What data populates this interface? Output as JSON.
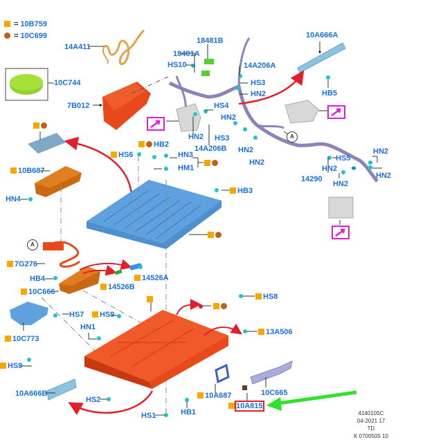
{
  "diagram": {
    "type": "exploded-parts-view",
    "legend": [
      {
        "symbol": "square-orange",
        "equals": "=",
        "part": "10B759"
      },
      {
        "symbol": "circle-brown",
        "equals": "=",
        "part": "10C699"
      }
    ],
    "labels": {
      "14A411": "14A411",
      "10C744": "10C744",
      "7B012": "7B012",
      "18481B": "18481B",
      "18481A": "18481A",
      "HS10": "HS10",
      "14A206A": "14A206A",
      "HS3_a": "HS3",
      "HN2_a": "HN2",
      "HS4": "HS4",
      "HN2_b": "HN2",
      "HN2_c": "HN2",
      "HS3_b": "HS3",
      "14A206B": "14A206B",
      "HN2_d": "HN2",
      "HN2_e": "HN2",
      "10A666A": "10A666A",
      "HB5": "HB5",
      "HN2_f": "HN2",
      "HS5": "HS5",
      "HN2_g": "HN2",
      "HN2_h": "HN2",
      "HN2_i": "HN2",
      "14290": "14290",
      "HB2": "HB2",
      "HS6": "HS6",
      "HN3": "HN3",
      "HM1": "HM1",
      "10B687": "10B687",
      "HN4": "HN4",
      "HB3": "HB3",
      "7G276": "7G276",
      "HB4": "HB4",
      "10C666": "10C666",
      "14526B": "14526B",
      "14526A": "14526A",
      "HS7": "HS7",
      "HS9_a": "HS9",
      "HN1": "HN1",
      "10C773": "10C773",
      "HS9_b": "HS9",
      "HS8": "HS8",
      "13A506": "13A506",
      "10A666B": "10A666B",
      "HS2": "HS2",
      "HS1": "HS1",
      "HB1": "HB1",
      "10A687": "10A687",
      "10C665": "10C665",
      "10A815": "10A815"
    },
    "callout_A": "A",
    "highlighted_part": "10A815",
    "footer": {
      "line1": "4140105C",
      "line2": "04-2021 17",
      "line3": "TD",
      "line4": "K 0700505 10"
    },
    "colors": {
      "label": "#1a6fe0",
      "square_marker": "#f7a800",
      "circle_marker": "#c0601a",
      "highlight_box": "#e41d2a",
      "reference_box": "#e91ad6",
      "arrow_red": "#e41d2a",
      "arrow_green": "#2fe32a",
      "tray_orange": "#e8491b",
      "cover_blue": "#4f8fd0",
      "harness_purple": "#8c84b8",
      "fastener_cyan": "#1fc6c6"
    }
  }
}
